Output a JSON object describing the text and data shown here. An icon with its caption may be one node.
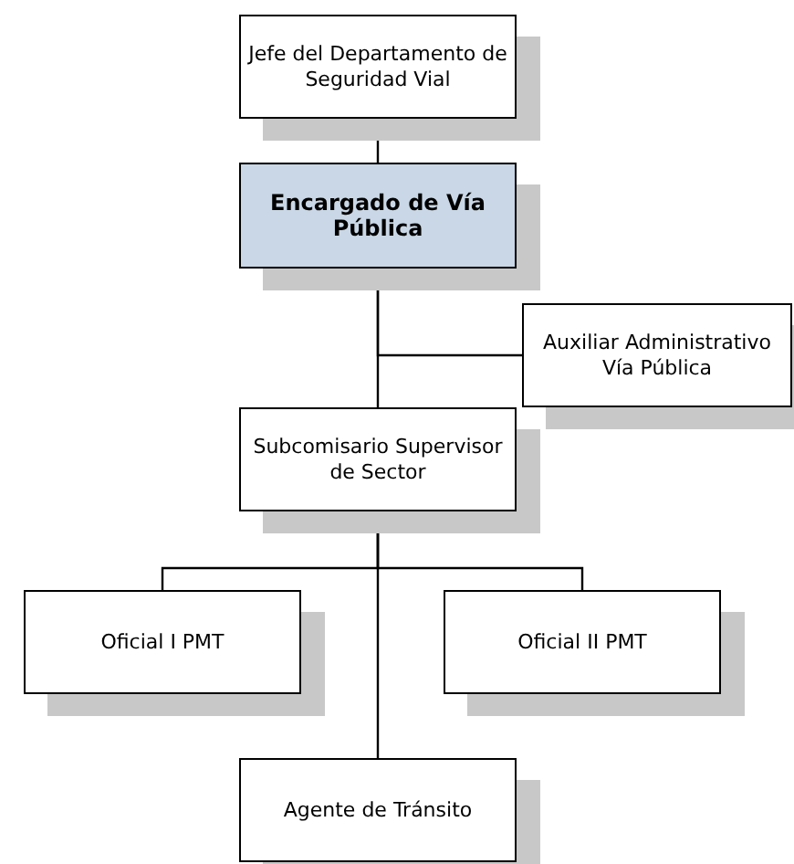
{
  "diagram": {
    "nodes": [
      {
        "text": [
          "Jefe del Departamento de Seguridad Vial"
        ]
      },
      {
        "text": [
          "Encargado de Vía Pública"
        ]
      },
      {
        "text": [
          "Auxiliar Administrativo Vía Pública"
        ]
      },
      {
        "text": [
          "Subcomisario Supervisor de Sector"
        ]
      },
      {
        "text": [
          "Oficial I PMT"
        ]
      },
      {
        "text": [
          "Oficial II PMT"
        ]
      },
      {
        "text": [
          "Agente de Tránsito"
        ]
      }
    ],
    "edges": [
      {
        "from": 0,
        "to": 1,
        "arrow": "none"
      },
      {
        "from": 1,
        "to": 2,
        "arrow": "none"
      },
      {
        "from": 1,
        "to": 3,
        "arrow": "none"
      },
      {
        "from": 3,
        "to": 4,
        "arrow": "none"
      },
      {
        "from": 3,
        "to": 5,
        "arrow": "none"
      },
      {
        "from": 3,
        "to": 6,
        "arrow": "none"
      }
    ]
  }
}
